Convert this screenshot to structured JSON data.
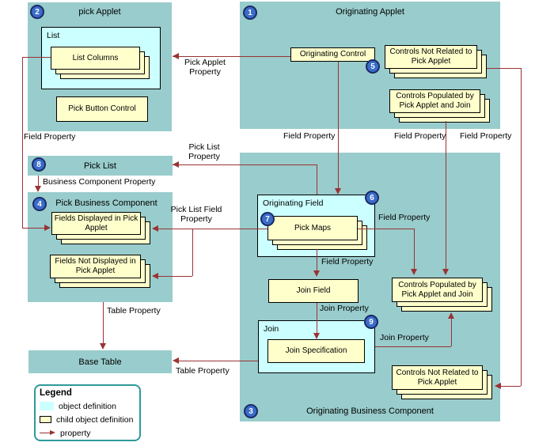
{
  "containers": {
    "pick_applet": {
      "label": "pick Applet",
      "badge": "2"
    },
    "originating_applet": {
      "label": "Originating Applet",
      "badge": "1"
    },
    "pick_list": {
      "label": "Pick List",
      "badge": "8"
    },
    "pick_business_component": {
      "label": "Pick Business Component",
      "badge": "4"
    },
    "originating_business_component": {
      "label": "Originating Business Component",
      "badge": "3"
    },
    "base_table": {
      "label": "Base Table"
    }
  },
  "objects": {
    "list": {
      "label": "List"
    },
    "originating_field": {
      "label": "Originating Field",
      "badge": "6"
    },
    "join": {
      "label": "Join",
      "badge": "9"
    }
  },
  "children": {
    "list_columns": {
      "label": "List Columns"
    },
    "pick_button_control": {
      "label": "Pick Button Control"
    },
    "originating_control": {
      "label": "Originating Control",
      "badge": "5"
    },
    "controls_not_related_top": {
      "label": "Controls Not Related to Pick Applet"
    },
    "controls_populated_top": {
      "label": "Controls Populated by Pick Applet and Join"
    },
    "fields_displayed": {
      "label": "Fields Displayed in Pick Applet"
    },
    "fields_not_displayed": {
      "label": "Fields Not Displayed in Pick Applet"
    },
    "pick_maps": {
      "label": "Pick Maps",
      "badge": "7"
    },
    "join_field": {
      "label": "Join Field"
    },
    "join_specification": {
      "label": "Join Specification"
    },
    "controls_populated_bottom": {
      "label": "Controls Populated by Pick Applet and Join"
    },
    "controls_not_related_bottom": {
      "label": "Controls Not Related to Pick Applet"
    }
  },
  "edge_labels": {
    "pick_applet_property": "Pick Applet Property",
    "field_property": "Field Property",
    "pick_list_property": "Pick List Property",
    "business_component_property": "Business Component Property",
    "pick_list_field_property": "Pick List Field Property",
    "table_property": "Table Property",
    "join_property": "Join Property"
  },
  "edges": [
    {
      "from": "originating_control",
      "to": "pick_applet",
      "label": "Pick Applet Property"
    },
    {
      "from": "list_columns",
      "to": "fields_displayed",
      "label": "Field Property"
    },
    {
      "from": "originating_field",
      "to": "pick_list",
      "label": "Pick List Property"
    },
    {
      "from": "pick_list",
      "to": "pick_business_component",
      "label": "Business Component Property"
    },
    {
      "from": "pick_maps",
      "to": "fields_displayed",
      "label": "Pick List Field Property"
    },
    {
      "from": "pick_maps",
      "to": "fields_not_displayed",
      "label": "Pick List Field Property"
    },
    {
      "from": "originating_control",
      "to": "originating_field",
      "label": "Field Property"
    },
    {
      "from": "controls_populated_top",
      "to": "controls_populated_bottom",
      "label": "Field Property"
    },
    {
      "from": "controls_not_related_top",
      "to": "controls_not_related_bottom",
      "label": "Field Property"
    },
    {
      "from": "pick_maps",
      "to": "controls_populated_bottom",
      "label": "Field Property"
    },
    {
      "from": "pick_maps",
      "to": "join_field",
      "label": "Field Property"
    },
    {
      "from": "join_field",
      "to": "join_specification",
      "label": "Join Property"
    },
    {
      "from": "join",
      "to": "controls_populated_bottom",
      "label": "Join Property"
    },
    {
      "from": "pick_business_component",
      "to": "base_table",
      "label": "Table Property"
    },
    {
      "from": "join",
      "to": "base_table",
      "label": "Table Property"
    }
  ],
  "legend": {
    "title": "Legend",
    "items": [
      {
        "swatch": "object-definition",
        "label": "object definition"
      },
      {
        "swatch": "child-object-definition",
        "label": "child object definition"
      },
      {
        "swatch": "property-arrow",
        "label": "property"
      }
    ]
  },
  "colors": {
    "container_fill": "#99CCCC",
    "object_fill": "#CCFFFF",
    "child_fill": "#FFFFCC",
    "arrow": "#993333",
    "badge_fill": "#3A6CC8",
    "legend_border": "#2E9999"
  }
}
